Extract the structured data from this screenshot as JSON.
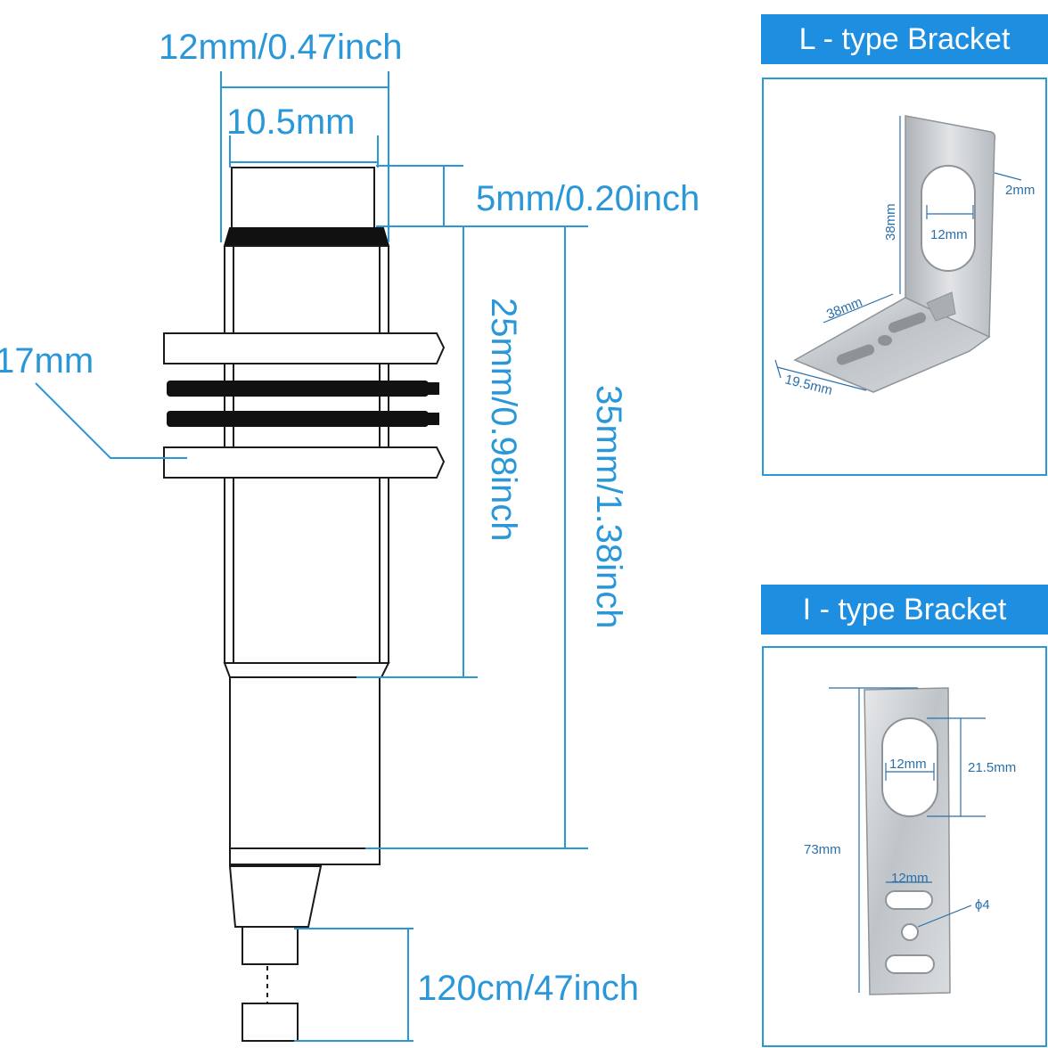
{
  "sensor": {
    "dims": {
      "diameter": "12mm/0.47inch",
      "thread": "10.5mm",
      "head": "5mm/0.20inch",
      "thread_length": "25mm/0.98inch",
      "body_length": "35mm/1.38inch",
      "nut": "17mm",
      "cable": "120cm/47inch"
    }
  },
  "l_bracket": {
    "title": "L - type Bracket",
    "dims": {
      "height": "38mm",
      "slot": "12mm",
      "thickness": "2mm",
      "length": "38mm",
      "width": "19.5mm"
    }
  },
  "i_bracket": {
    "title": "I - type Bracket",
    "dims": {
      "slot_width": "12mm",
      "slot_height": "21.5mm",
      "length": "73mm",
      "small_slot": "12mm",
      "hole": "ϕ4"
    }
  },
  "colors": {
    "accent": "#2a97d8",
    "header_bg": "#1e8fe0",
    "line": "#1a1a1a",
    "steel": "#c9cdd1"
  }
}
